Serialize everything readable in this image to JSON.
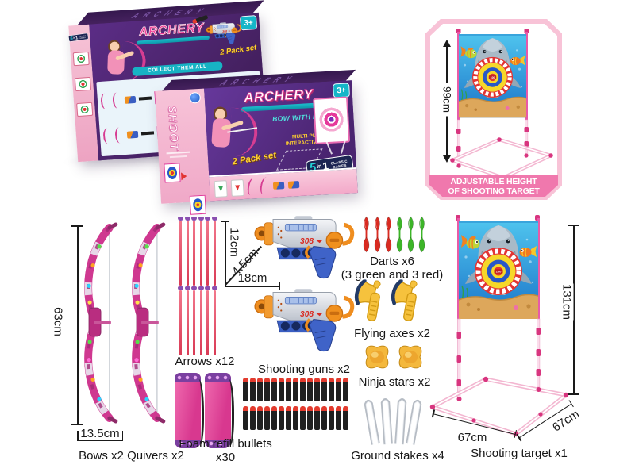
{
  "boxes": {
    "back": {
      "brand": "ARCHERY",
      "age_badge": "3+",
      "pack_label": "2 Pack set",
      "collect_banner": "COLLECT THEM ALL",
      "badge": {
        "five": "5",
        "in_word": "in",
        "one": "1",
        "caption": "CLASSIC GAMES"
      }
    },
    "front": {
      "side_text": "SHOOT",
      "brand": "ARCHERY",
      "age_badge": "3+",
      "tagline_script": "BOW WITH LIGHTS",
      "tagline_line1": "MULTI-PLAYER",
      "tagline_line2": "INTERACTIVE GAME",
      "pack_label": "2 Pack set",
      "badge": {
        "five": "5",
        "in_word": "in",
        "one": "1",
        "caption": "CLASSIC GAMES"
      }
    }
  },
  "adjustable_panel": {
    "height_label": "99cm",
    "caption_line1": "ADJUSTABLE HEIGHT",
    "caption_line2": "OF SHOOTING TARGET"
  },
  "items": {
    "bows": {
      "label": "Bows x2",
      "height_dim": "63cm",
      "width_dim": "13.5cm"
    },
    "arrows": {
      "label": "Arrows x12"
    },
    "guns": {
      "label": "Shooting guns x2",
      "height_dim": "12cm",
      "depth_dim": "4.5cm",
      "width_dim": "18cm",
      "marking": "308"
    },
    "quivers": {
      "label": "Quivers x2"
    },
    "bullets": {
      "label_line1": "Foam refill bullets",
      "label_line2": "x30"
    },
    "darts": {
      "label_line1": "Darts x6",
      "label_line2": "(3 green and 3 red)"
    },
    "axes": {
      "label": "Flying axes x2"
    },
    "ninja_stars": {
      "label": "Ninja stars x2"
    },
    "ground_stakes": {
      "label": "Ground stakes x4"
    },
    "shooting_target": {
      "label": "Shooting target x1",
      "height_dim": "131cm",
      "width_dim": "67cm",
      "depth_dim": "67cm",
      "bullseye_score": "100"
    }
  },
  "colors": {
    "purple": "#5b2d86",
    "purple_dark": "#42215f",
    "pink_panel": "#f5b9d0",
    "pink_border": "#f8c3d7",
    "caption_pink": "#f078ad",
    "teal": "#14b6c8",
    "yellow": "#ffd22e",
    "magenta": "#d63d92",
    "dart_red": "#d92b21",
    "dart_green": "#3cb528"
  }
}
